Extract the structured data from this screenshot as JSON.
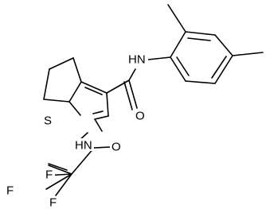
{
  "molecule": {
    "atoms": [
      {
        "id": "S1",
        "element": "S",
        "label": "S"
      },
      {
        "id": "N1",
        "element": "N",
        "label": "HN"
      },
      {
        "id": "N2",
        "element": "N",
        "label": "HN"
      },
      {
        "id": "O1",
        "element": "O",
        "label": "O"
      },
      {
        "id": "O2",
        "element": "O",
        "label": "O"
      },
      {
        "id": "F1",
        "element": "F",
        "label": "F"
      },
      {
        "id": "F2",
        "element": "F",
        "label": "F"
      },
      {
        "id": "F3",
        "element": "F",
        "label": "F"
      }
    ]
  }
}
